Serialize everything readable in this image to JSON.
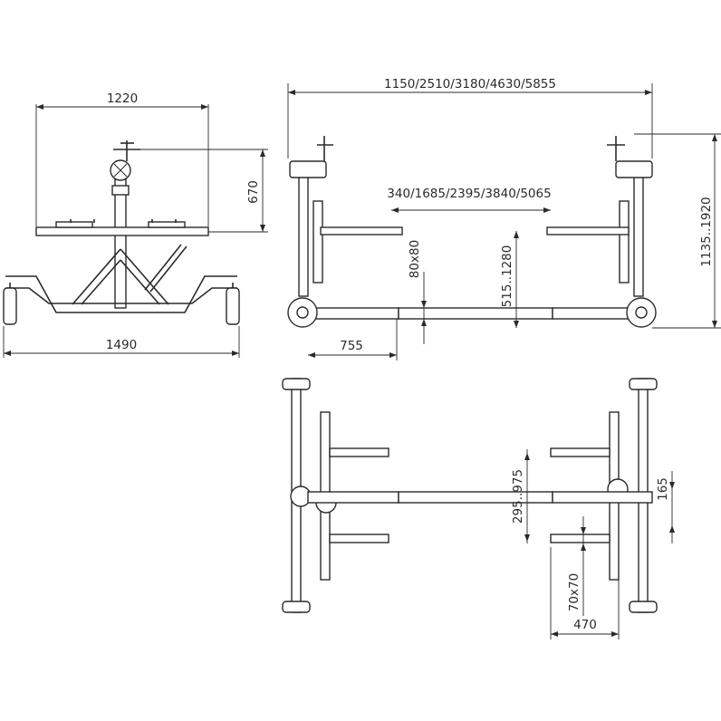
{
  "dimensions": {
    "front_top_width": "1220",
    "front_height": "670",
    "front_base_width": "1490",
    "side_total_length": "1150/2510/3180/4630/5855",
    "side_arm_spacing": "340/1685/2395/3840/5065",
    "side_overall_height": "1135..1920",
    "side_tube_section": "80x80",
    "side_arm_height": "515..1280",
    "side_end_offset": "755",
    "plan_arm_offset": "295..975",
    "plan_small_offset": "165",
    "plan_arm_section": "70x70",
    "plan_arm_length": "470"
  }
}
